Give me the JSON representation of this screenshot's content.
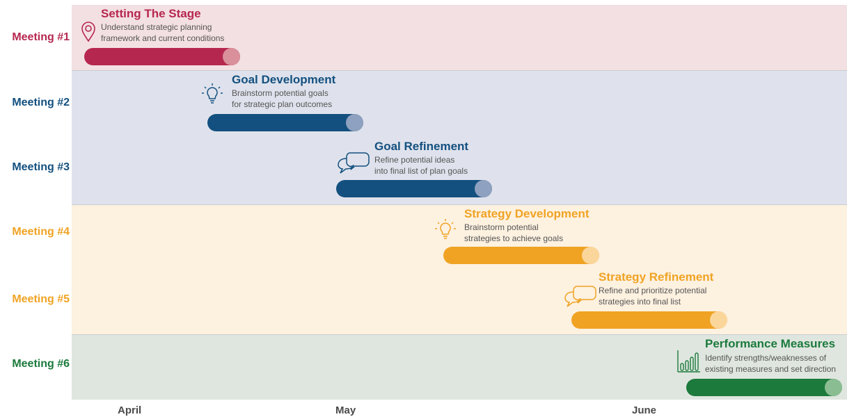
{
  "colors": {
    "meeting1": "#b6274f",
    "meeting2": "#13507f",
    "meeting3": "#13507f",
    "meeting4": "#f0a323",
    "meeting5": "#f0a323",
    "meeting6": "#1b7a3c"
  },
  "meetings": [
    {
      "label": "Meeting #1",
      "title": "Setting The Stage",
      "desc_line1": "Understand strategic planning",
      "desc_line2": "framework and current conditions",
      "icon": "location-pin-icon"
    },
    {
      "label": "Meeting #2",
      "title": "Goal Development",
      "desc_line1": "Brainstorm potential goals",
      "desc_line2": "for strategic plan outcomes",
      "icon": "lightbulb-icon"
    },
    {
      "label": "Meeting #3",
      "title": "Goal Refinement",
      "desc_line1": "Refine potential ideas",
      "desc_line2": "into final list of plan goals",
      "icon": "speech-bubbles-icon"
    },
    {
      "label": "Meeting #4",
      "title": "Strategy Development",
      "desc_line1": "Brainstorm potential",
      "desc_line2": "strategies to achieve goals",
      "icon": "lightbulb-icon"
    },
    {
      "label": "Meeting #5",
      "title": "Strategy Refinement",
      "desc_line1": "Refine and prioritize potential",
      "desc_line2": "strategies into final list",
      "icon": "speech-bubbles-icon"
    },
    {
      "label": "Meeting #6",
      "title": "Performance Measures",
      "desc_line1": "Identify strengths/weaknesses of",
      "desc_line2": "existing measures and set direction",
      "icon": "bar-chart-icon"
    }
  ],
  "months": [
    "April",
    "May",
    "June"
  ]
}
